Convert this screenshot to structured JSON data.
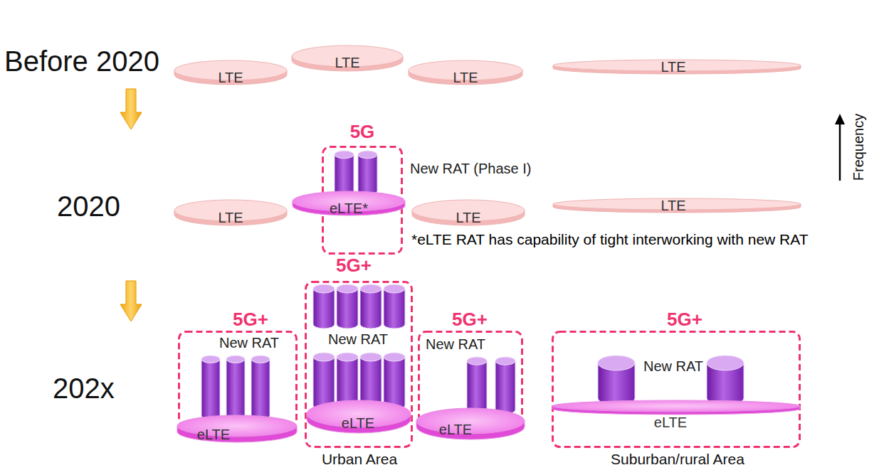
{
  "diagram": {
    "nodes": [
      {
        "text": [
          "LTE"
        ]
      },
      {
        "text": [
          "LTE"
        ]
      },
      {
        "text": [
          "LTE"
        ]
      },
      {
        "text": [
          "LTE"
        ]
      },
      {
        "text": [
          "LTE"
        ]
      },
      {
        "text": [
          "5G"
        ]
      },
      {
        "text": [
          "eLTE*"
        ],
        "in": 5
      },
      {
        "text": [
          "LTE"
        ]
      },
      {
        "text": [
          "LTE"
        ]
      },
      {
        "text": [
          "5G+",
          "New RAT"
        ]
      },
      {
        "text": [
          "eLTE"
        ],
        "in": 9
      },
      {
        "text": [
          "5G+",
          "New RAT"
        ]
      },
      {
        "text": [
          "eLTE"
        ],
        "in": 11
      },
      {
        "text": [
          "5G+",
          "New RAT"
        ]
      },
      {
        "text": [
          "eLTE"
        ],
        "in": 13
      },
      {
        "text": [
          "5G+",
          "New RAT"
        ]
      },
      {
        "text": [
          "eLTE"
        ],
        "in": 15
      }
    ],
    "labels": [
      "Before 2020",
      "Frequency",
      "2020",
      "New RAT (Phase I)",
      "*eLTE RAT has capability of tight interworking with new RAT",
      "202x",
      "Urban Area",
      "Suburban/rural Area"
    ]
  }
}
